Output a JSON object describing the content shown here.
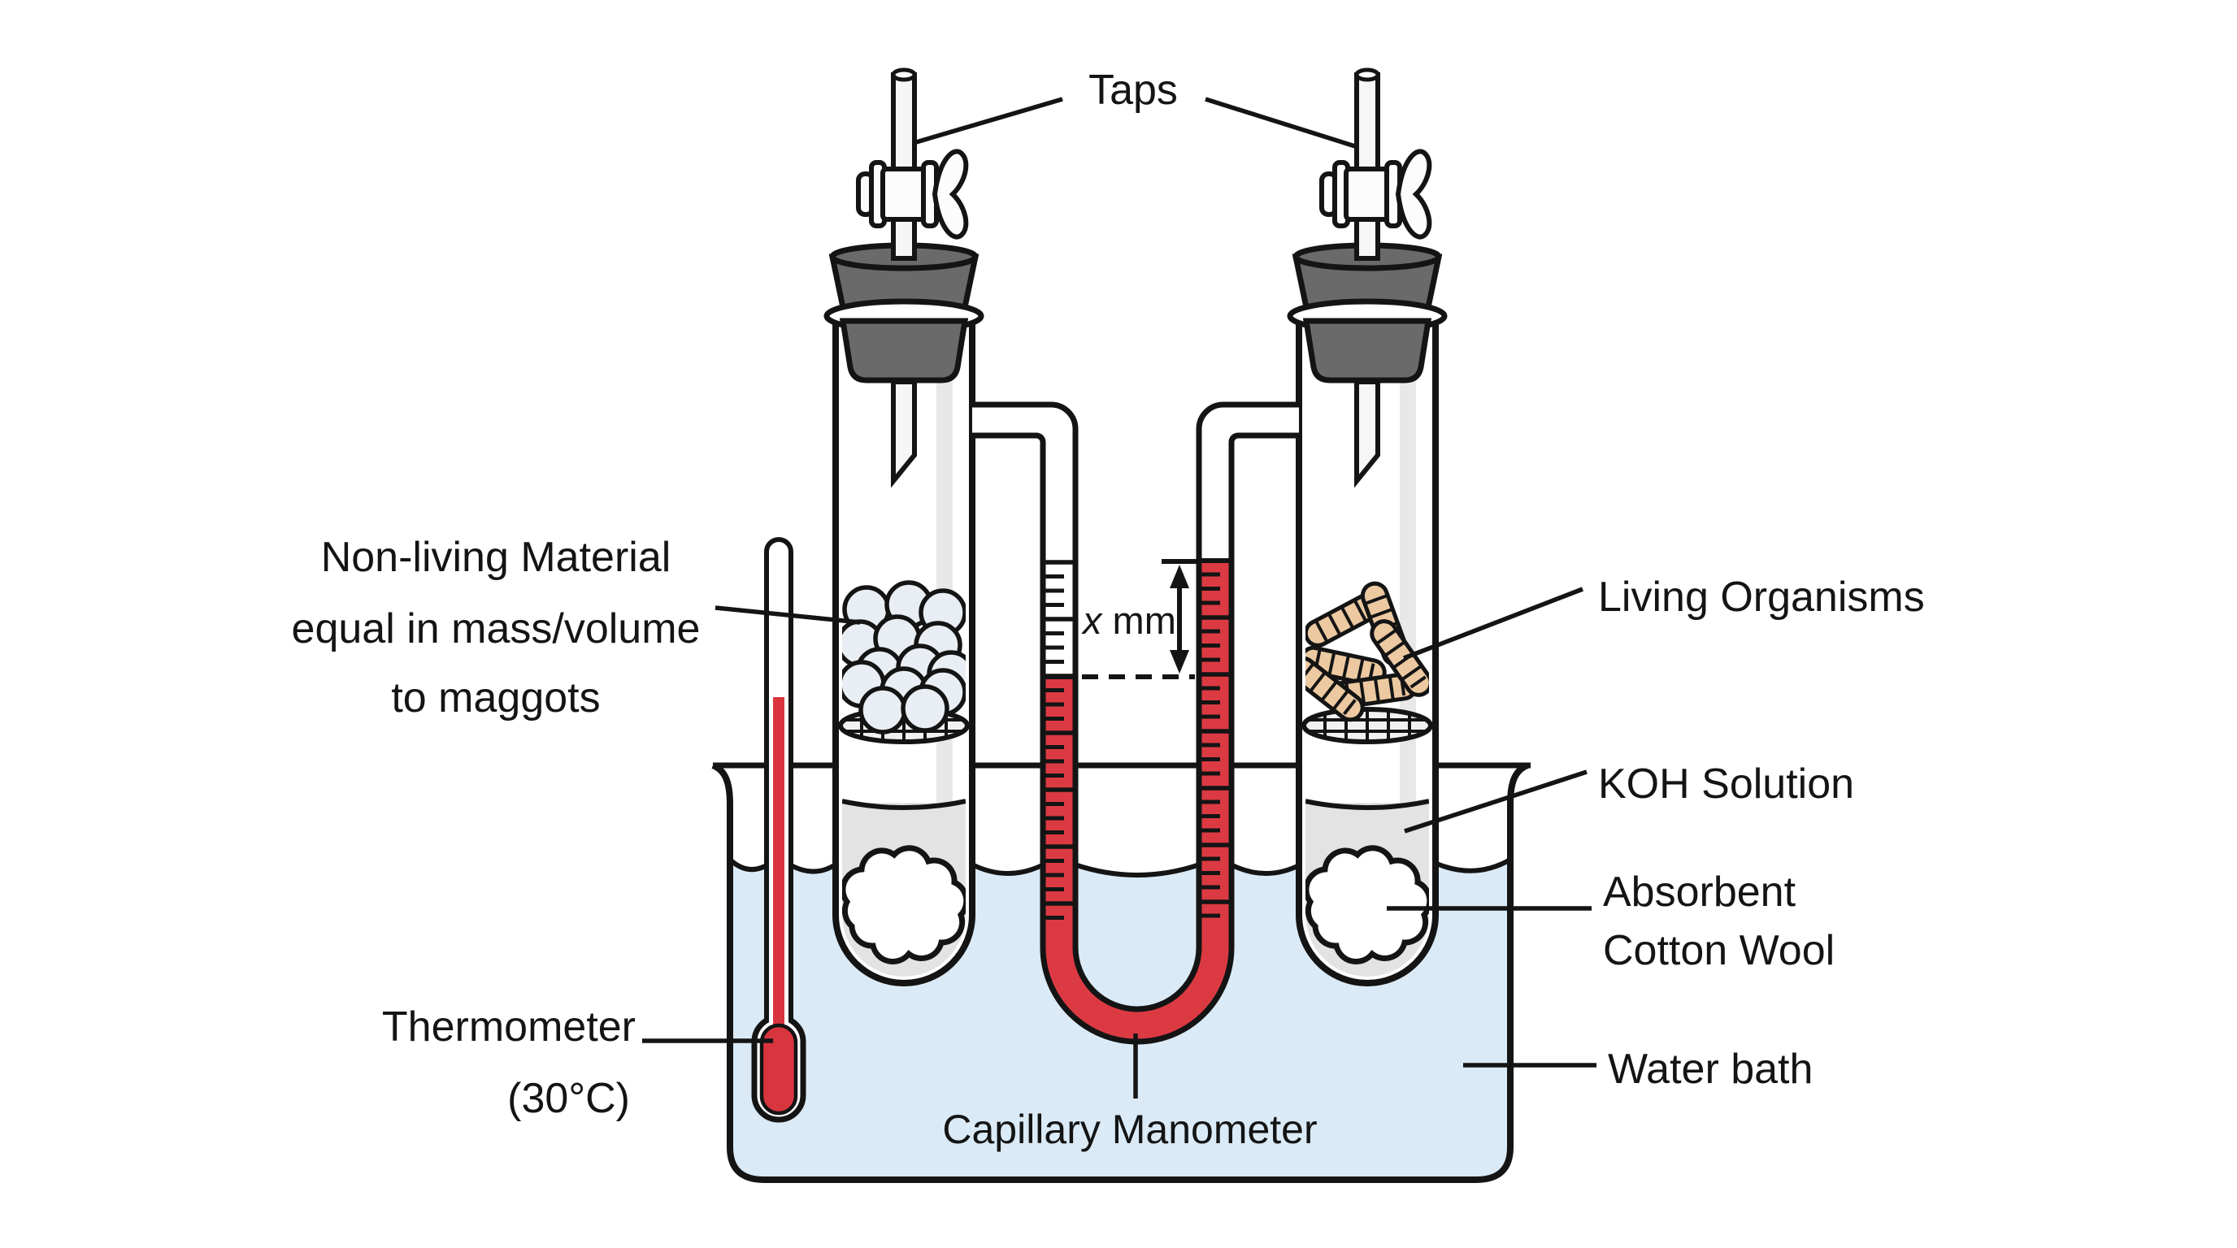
{
  "labels": {
    "taps": "Taps",
    "non_living_line1": "Non-living Material",
    "non_living_line2": "equal in mass/volume",
    "non_living_line3": "to maggots",
    "living_organisms": "Living Organisms",
    "koh_solution": "KOH Solution",
    "cotton_line1": "Absorbent",
    "cotton_line2": "Cotton Wool",
    "water_bath": "Water bath",
    "thermometer_line1": "Thermometer",
    "thermometer_line2": "(30°C)",
    "capillary_manometer": "Capillary Manometer",
    "level_difference_x": "x",
    "level_difference_unit": " mm"
  },
  "measurements": {
    "temperature": "30°C",
    "manometer_level_difference": "x mm",
    "left_fluid_level_low": true,
    "right_fluid_level_high": true
  },
  "colors": {
    "outline": "#141414",
    "manometer_fluid_red": "#dc3a43",
    "thermometer_fluid_red": "#d9353f",
    "water_blue": "#daeaf6",
    "stopper_gray": "#6a6a6a",
    "koh_solution_gray": "#e3e3e3",
    "maggot_tan": "#ecc9a1",
    "bead_gray": "#e8eef3",
    "glass_white": "#ffffff"
  }
}
